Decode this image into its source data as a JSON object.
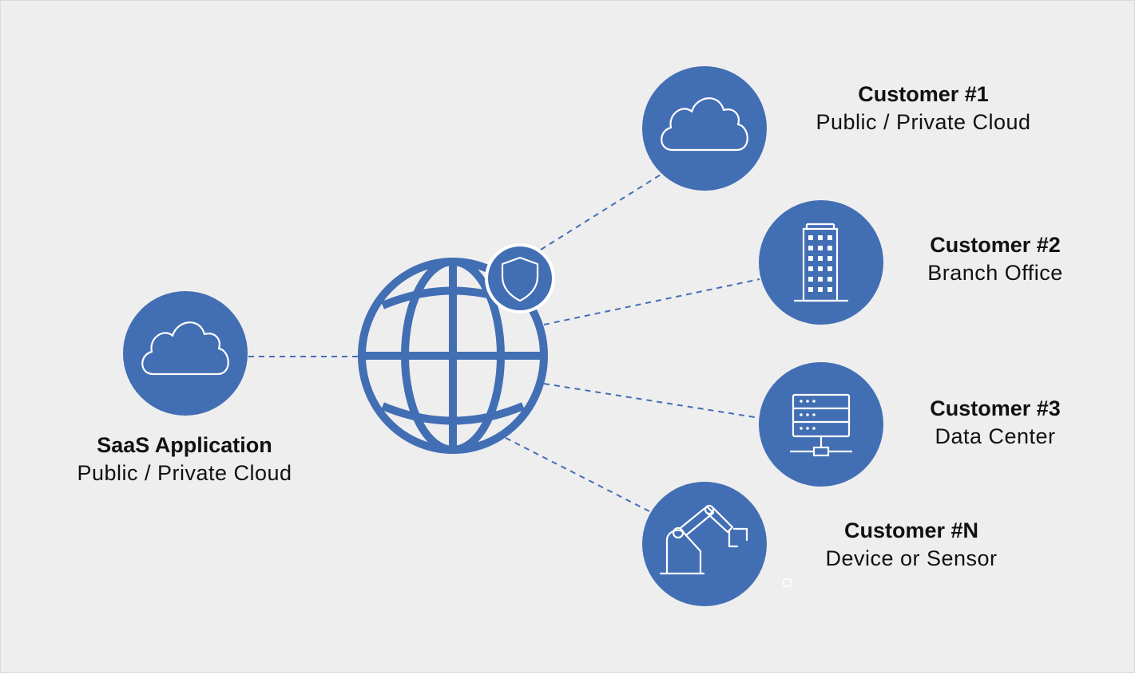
{
  "colors": {
    "background": "#eeeeee",
    "node_fill": "#426eb4",
    "icon_stroke": "#ffffff",
    "connector": "#426eb4",
    "text": "#111111"
  },
  "source": {
    "title": "SaaS Application",
    "subtitle": "Public / Private Cloud",
    "icon": "cloud-icon"
  },
  "hub": {
    "icon": "globe-icon",
    "badge_icon": "shield-icon"
  },
  "customers": [
    {
      "title": "Customer #1",
      "subtitle": "Public / Private Cloud",
      "icon": "cloud-icon"
    },
    {
      "title": "Customer #2",
      "subtitle": "Branch Office",
      "icon": "building-icon"
    },
    {
      "title": "Customer #3",
      "subtitle": "Data Center",
      "icon": "server-rack-icon"
    },
    {
      "title": "Customer #N",
      "subtitle": "Device or Sensor",
      "icon": "robot-arm-icon"
    }
  ]
}
